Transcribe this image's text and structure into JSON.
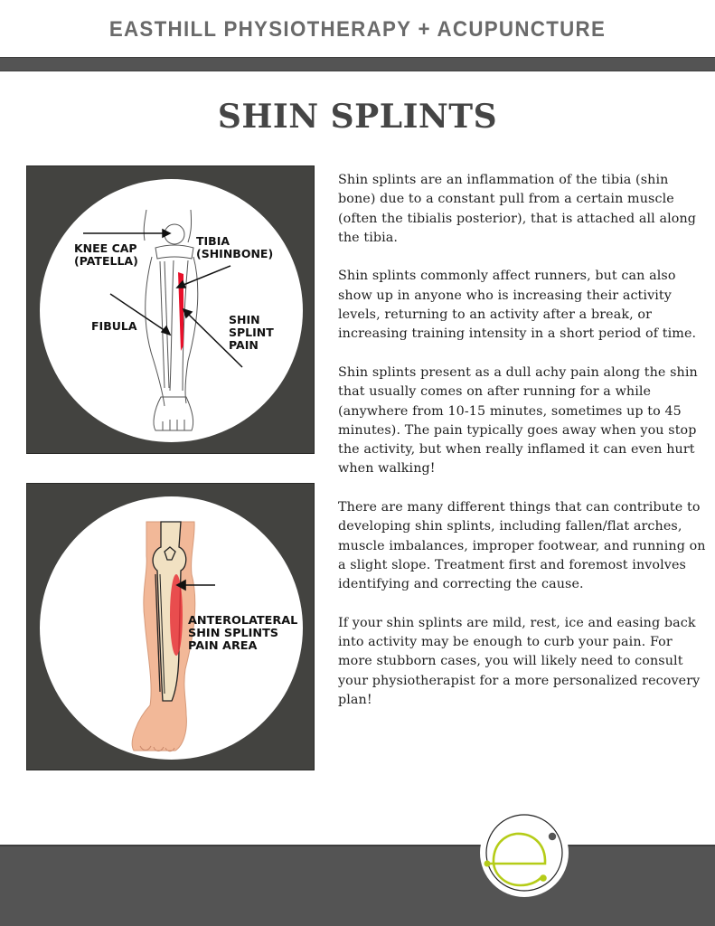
{
  "header": {
    "brand": "EASTHILL PHYSIOTHERAPY + ACUPUNCTURE",
    "bar_color": "#545454"
  },
  "page": {
    "title": "SHIN SPLINTS"
  },
  "illustrations": [
    {
      "id": "leg-anatomy-sketch",
      "labels": {
        "knee_cap": "KNEE CAP\n(PATELLA)",
        "tibia": "TIBIA\n(SHINBONE)",
        "fibula": "FIBULA",
        "pain": "SHIN\nSPLINT\nPAIN"
      },
      "highlight_color": "#e8102a"
    },
    {
      "id": "leg-anterolateral",
      "labels": {
        "pain_area": "ANTEROLATERAL\nSHIN SPLINTS\nPAIN AREA"
      },
      "skin_color": "#f2b898",
      "highlight_color": "#e8333a"
    }
  ],
  "body": {
    "paragraphs": [
      "Shin splints are an inflammation of the tibia (shin bone) due to a constant pull from a certain muscle (often the tibialis posterior), that is attached all along the tibia.",
      "Shin splints commonly affect runners, but can also show up in anyone who is increasing their activity levels, returning to an activity after a break, or increasing training intensity in a short period of time.",
      "Shin splints present as a dull achy pain along the shin that usually comes on after running for a while (anywhere from 10-15 minutes, sometimes up to 45 minutes). The pain typically goes away when you stop the activity, but when really inflamed it can even hurt when walking!",
      "There are many different things that can contribute to developing shin splints, including fallen/flat arches, muscle imbalances, improper footwear, and running on a slight slope. Treatment first and foremost involves identifying and correcting the cause.",
      "If your shin splints are mild, rest, ice and easing back into activity may be enough to curb your pain. For more stubborn cases, you will likely need to consult your physiotherapist for a more personalized recovery plan!"
    ]
  },
  "footer": {
    "logo_icon": "easthill-e-logo-icon",
    "logo_color": "#b5cc18",
    "bar_color": "#545454"
  }
}
